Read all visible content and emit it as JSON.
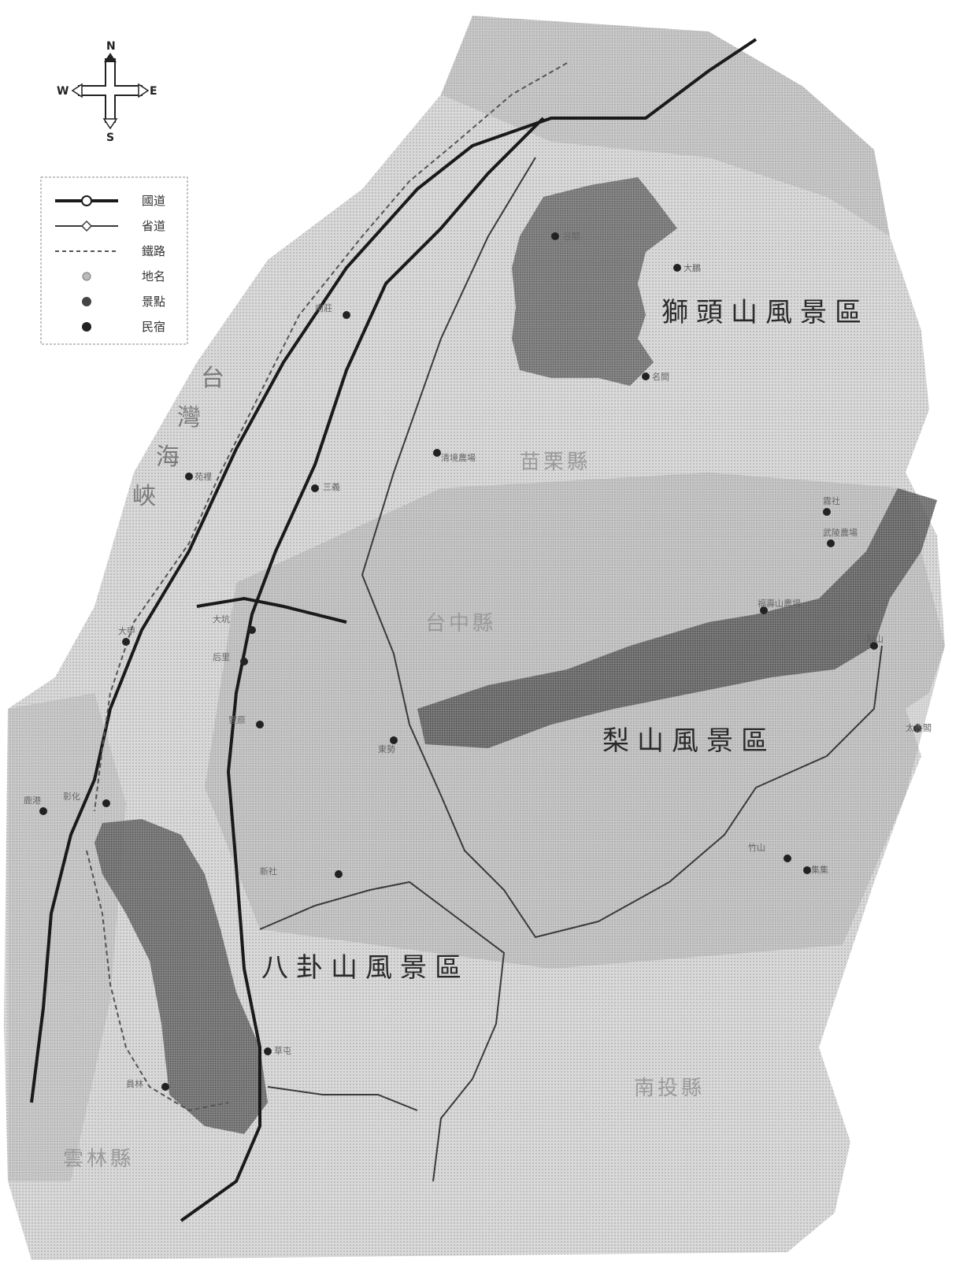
{
  "map": {
    "regions": [
      {
        "id": "lion-head",
        "label": "獅頭山風景區"
      },
      {
        "id": "li-shan",
        "label": "梨山風景區"
      },
      {
        "id": "bagua-shan",
        "label": "八卦山風景區"
      }
    ],
    "counties": [
      {
        "id": "miaoli",
        "label": "苗栗縣"
      },
      {
        "id": "taichung",
        "label": "台中縣"
      },
      {
        "id": "nantou",
        "label": "南投縣"
      },
      {
        "id": "yunlin",
        "label": "雲林縣"
      }
    ],
    "strait": {
      "chars": [
        "台",
        "灣",
        "海",
        "峽"
      ]
    }
  },
  "legend": {
    "items": [
      {
        "symbol": "national-road",
        "label": "國道"
      },
      {
        "symbol": "provincial-road",
        "label": "省道"
      },
      {
        "symbol": "railway",
        "label": "鐵路"
      },
      {
        "symbol": "location-dot",
        "label": "地名"
      },
      {
        "symbol": "scenic-dot",
        "label": "景點"
      },
      {
        "symbol": "hostel-dot",
        "label": "民宿"
      }
    ]
  },
  "compass": {
    "n": "N",
    "s": "S",
    "e": "E",
    "w": "W"
  },
  "places": [
    {
      "label": "谷關"
    },
    {
      "label": "大鵬"
    },
    {
      "label": "名間"
    },
    {
      "label": "清境農場"
    },
    {
      "label": "霧社"
    },
    {
      "label": "武陵農場"
    },
    {
      "label": "福壽山農場"
    },
    {
      "label": "梨山"
    },
    {
      "label": "太魯閣"
    },
    {
      "label": "大坑"
    },
    {
      "label": "竹山"
    },
    {
      "label": "集集"
    },
    {
      "label": "南莊"
    },
    {
      "label": "三義"
    },
    {
      "label": "苑裡"
    },
    {
      "label": "大甲"
    },
    {
      "label": "后里"
    },
    {
      "label": "豐原"
    },
    {
      "label": "東勢"
    },
    {
      "label": "新社"
    },
    {
      "label": "草屯"
    },
    {
      "label": "鹿港"
    },
    {
      "label": "員林"
    },
    {
      "label": "彰化"
    }
  ]
}
